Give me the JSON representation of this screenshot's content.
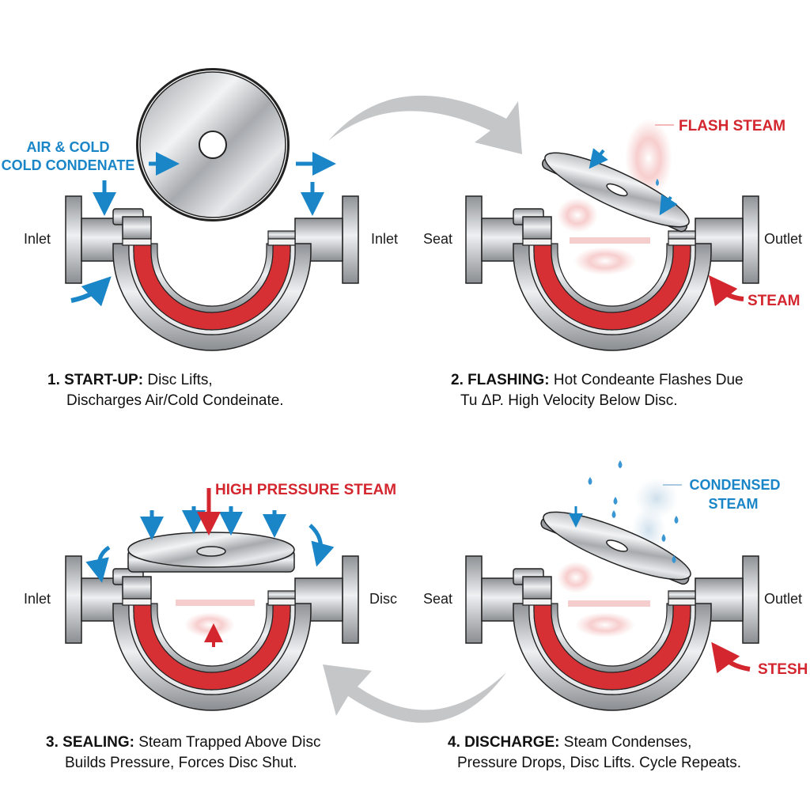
{
  "colors": {
    "steel": "#b9bcc0",
    "outline": "#222222",
    "condensate_red": "#d63035",
    "flow_blue": "#1a86c8",
    "steam_red": "#d3262e",
    "cycle_arrow_gray": "#c4c6c8"
  },
  "panels": [
    {
      "id": "start-up",
      "left_label": "Inlet",
      "right_label": "Inlet",
      "callouts": [
        "AIR & COLD",
        "COLD CONDENATE"
      ],
      "caption": {
        "number": "1.",
        "title": "START-UP:",
        "line1": "Disc Lifts,",
        "line2": "Discharges Air/Cold Condeinate."
      }
    },
    {
      "id": "flashing",
      "left_label": "Seat",
      "right_label": "Outlet",
      "callouts": [
        "FLASH STEAM",
        "STEAM"
      ],
      "caption": {
        "number": "2.",
        "title": "FLASHING:",
        "line1": "Hot Condeante Flashes Due",
        "line2": "Tu ΔP. High Velocity Below Disc."
      }
    },
    {
      "id": "sealing",
      "left_label": "Inlet",
      "right_label": "Disc",
      "callouts": [
        "HIGH PRESSURE STEAM"
      ],
      "caption": {
        "number": "3.",
        "title": "SEALING:",
        "line1": "Steam Trapped Above Disc",
        "line2": "Builds Pressure, Forces Disc Shut."
      }
    },
    {
      "id": "discharge",
      "left_label": "Seat",
      "right_label": "Outlet",
      "callouts": [
        "CONDENSED",
        "STEAM",
        "STESH"
      ],
      "caption": {
        "number": "4.",
        "title": "DISCHARGE:",
        "line1": "Steam Condenses,",
        "line2": "Pressure Drops, Disc Lifts. Cycle Repeats."
      }
    }
  ]
}
